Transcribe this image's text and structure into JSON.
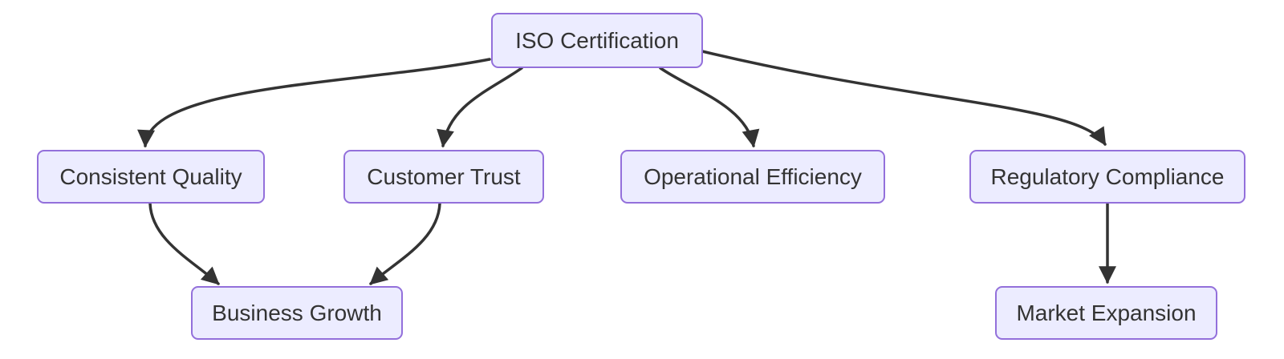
{
  "diagram": {
    "type": "flowchart",
    "direction": "top-down",
    "nodes": [
      {
        "id": "iso-certification",
        "label": "ISO Certification"
      },
      {
        "id": "consistent-quality",
        "label": "Consistent Quality"
      },
      {
        "id": "customer-trust",
        "label": "Customer Trust"
      },
      {
        "id": "operational-efficiency",
        "label": "Operational Efficiency"
      },
      {
        "id": "regulatory-compliance",
        "label": "Regulatory Compliance"
      },
      {
        "id": "business-growth",
        "label": "Business Growth"
      },
      {
        "id": "market-expansion",
        "label": "Market Expansion"
      }
    ],
    "edges": [
      {
        "from": "iso-certification",
        "to": "consistent-quality"
      },
      {
        "from": "iso-certification",
        "to": "customer-trust"
      },
      {
        "from": "iso-certification",
        "to": "operational-efficiency"
      },
      {
        "from": "iso-certification",
        "to": "regulatory-compliance"
      },
      {
        "from": "consistent-quality",
        "to": "business-growth"
      },
      {
        "from": "customer-trust",
        "to": "business-growth"
      },
      {
        "from": "regulatory-compliance",
        "to": "market-expansion"
      }
    ],
    "colors": {
      "node_fill": "#ECECFF",
      "node_border": "#9370DB",
      "edge": "#333333",
      "text": "#333333",
      "background": "#FFFFFF"
    }
  }
}
